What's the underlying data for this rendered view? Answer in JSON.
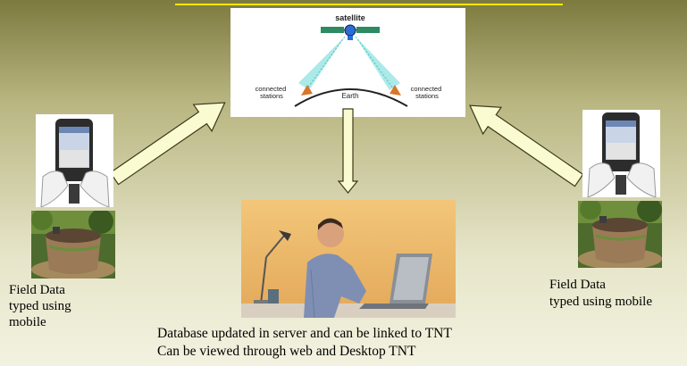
{
  "diagram": {
    "satellite_label": "satellite",
    "earth_label": "Earth",
    "left_station_label": [
      "connected",
      "stations"
    ],
    "right_station_label": [
      "connected",
      "stations"
    ],
    "left_caption": [
      "Field Data",
      "typed using",
      "mobile"
    ],
    "right_caption": [
      "Field Data",
      "typed using mobile"
    ],
    "bottom_caption": [
      "Database updated in server and can be linked to TNT",
      "Can be viewed through web and Desktop TNT"
    ]
  },
  "colors": {
    "arrow_fill": "#fbfbd2",
    "arrow_stroke": "#3a3a18",
    "beam": "#8fe3e0",
    "earth_line": "#222222",
    "station": "#d8762a",
    "satellite_body": "#2b6cd8",
    "satellite_panels": "#2e8a63",
    "accent_line": "#f0e800"
  }
}
